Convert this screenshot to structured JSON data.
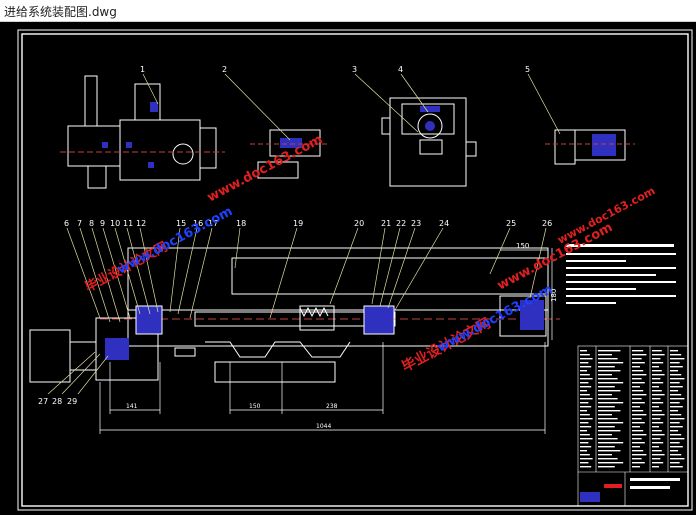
{
  "window": {
    "title": "进给系统装配图.dwg"
  },
  "colors": {
    "background": "#000000",
    "outline": "#ffffff",
    "leader": "#e0e0a0",
    "blue_part": "#3030c0",
    "watermark_red": "#e02020",
    "watermark_blue": "#2040ff",
    "centerline": "#c04040",
    "border": "#ffffff"
  },
  "balloons_top": [
    "1",
    "2",
    "3",
    "4",
    "5"
  ],
  "balloons_main_left": [
    "6",
    "7",
    "8",
    "9",
    "10",
    "11",
    "12",
    "15",
    "16",
    "17",
    "18",
    "19",
    "20",
    "21",
    "22",
    "23",
    "24",
    "25",
    "26"
  ],
  "balloons_bottom": [
    "27",
    "28",
    "29"
  ],
  "dimensions": {
    "d141": "141",
    "d150a": "150",
    "d238": "238",
    "total": "1044",
    "d150b": "150",
    "d180": "180"
  },
  "watermarks": {
    "site": "www.doc163.com",
    "brand": "毕业设计论文网"
  }
}
